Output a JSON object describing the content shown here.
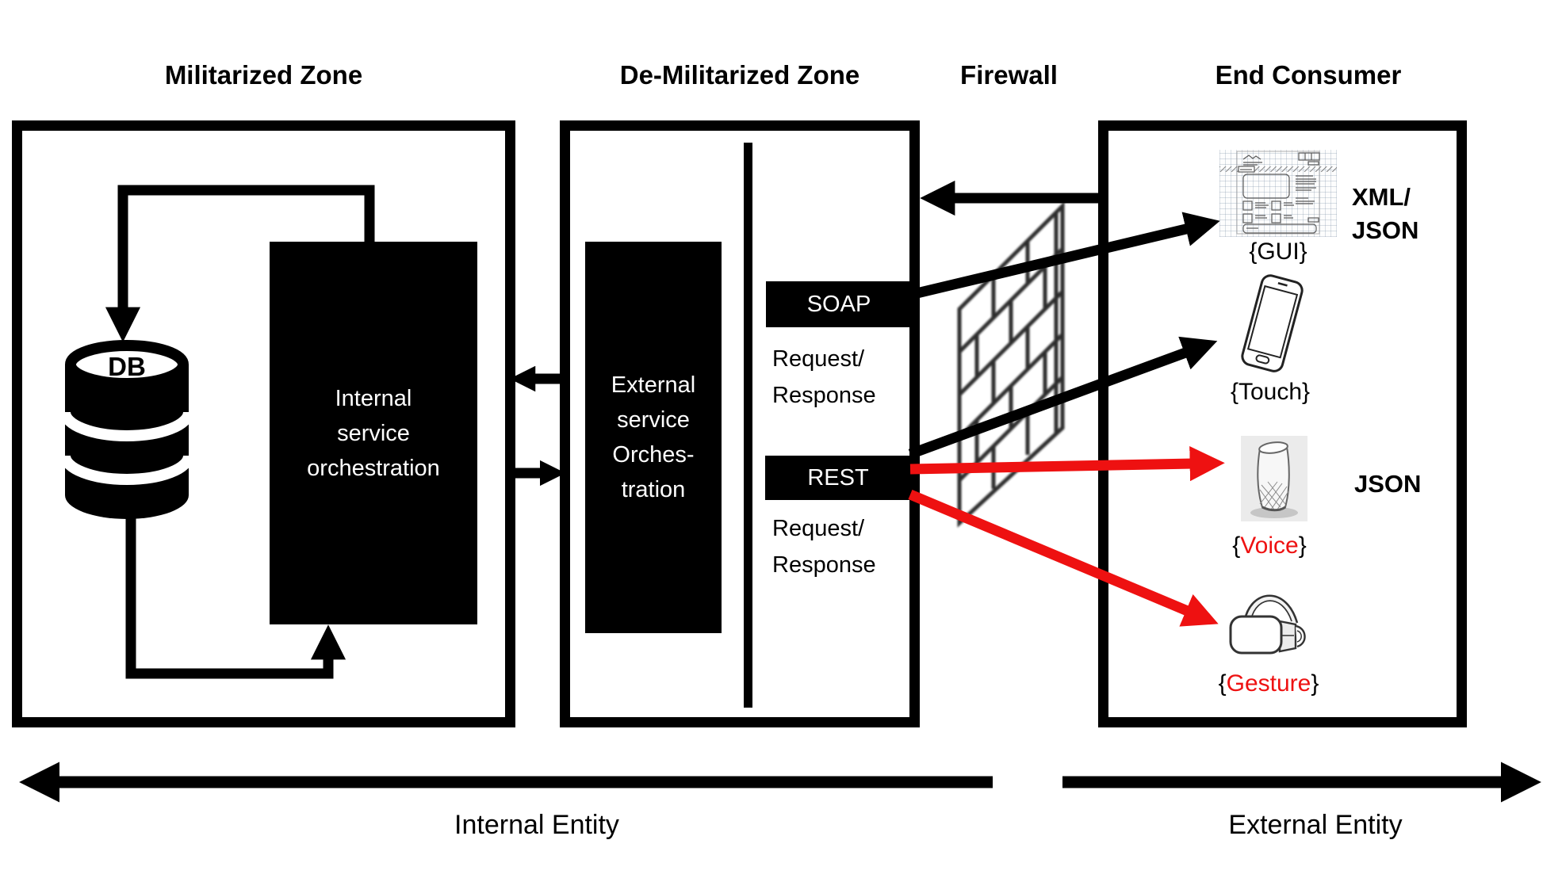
{
  "titles": {
    "militarized_zone": "Militarized Zone",
    "de_militarized_zone": "De-Militarized Zone",
    "firewall": "Firewall",
    "end_consumer": "End Consumer"
  },
  "militarized_zone": {
    "db_label": "DB",
    "internal_service_box": "Internal\nservice\norchestration"
  },
  "de_militarized_zone": {
    "external_service_box": "External\nservice\nOrches-\ntration",
    "soap_label": "SOAP",
    "soap_request_response": "Request/\nResponse",
    "rest_label": "REST",
    "rest_request_response": "Request/\nResponse"
  },
  "end_consumer": {
    "gui_label": "{GUI}",
    "xml_json_label": "XML/\nJSON",
    "touch_label": "{Touch}",
    "voice_label": {
      "open": "{",
      "text": "Voice",
      "close": "}"
    },
    "json_label": "JSON",
    "gesture_label": {
      "open": "{",
      "text": "Gesture",
      "close": "}"
    }
  },
  "footer": {
    "internal_entity": "Internal Entity",
    "external_entity": "External Entity"
  },
  "icons": {
    "db": "database-cylinder-icon",
    "firewall": "brick-wall-icon",
    "gui": "webpage-wireframe-sketch-icon",
    "touch": "smartphone-sketch-icon",
    "voice": "voice-assistant-sketch-icon",
    "gesture": "vr-headset-sketch-icon"
  },
  "colors": {
    "black": "#000000",
    "accent_red": "#ee1111",
    "background": "#ffffff"
  }
}
